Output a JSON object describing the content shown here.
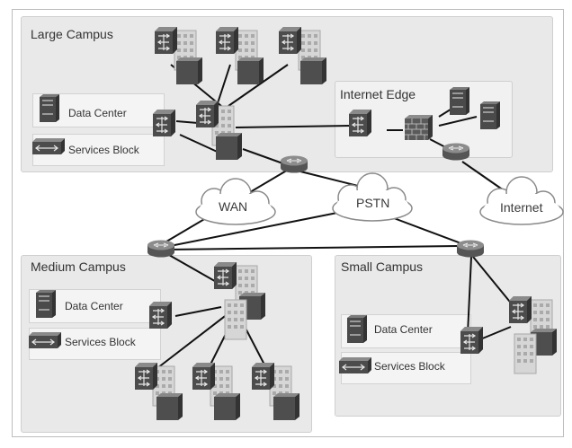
{
  "zones": {
    "large_campus": {
      "title": "Large Campus",
      "data_center": "Data Center",
      "services_block": "Services Block"
    },
    "internet_edge": {
      "title": "Internet Edge"
    },
    "medium_campus": {
      "title": "Medium Campus",
      "data_center": "Data Center",
      "services_block": "Services Block"
    },
    "small_campus": {
      "title": "Small Campus",
      "data_center": "Data Center",
      "services_block": "Services Block"
    }
  },
  "clouds": {
    "wan": "WAN",
    "pstn": "PSTN",
    "internet": "Internet"
  },
  "icons": {
    "switch": "multilayer-switch-icon",
    "router": "router-icon",
    "firewall": "firewall-icon",
    "server": "server-icon",
    "services": "services-module-icon",
    "building": "building-icon",
    "cloud": "cloud-icon"
  },
  "colors": {
    "zone_fill": "#e9e9e9",
    "device": "#555555",
    "link": "#111111"
  }
}
